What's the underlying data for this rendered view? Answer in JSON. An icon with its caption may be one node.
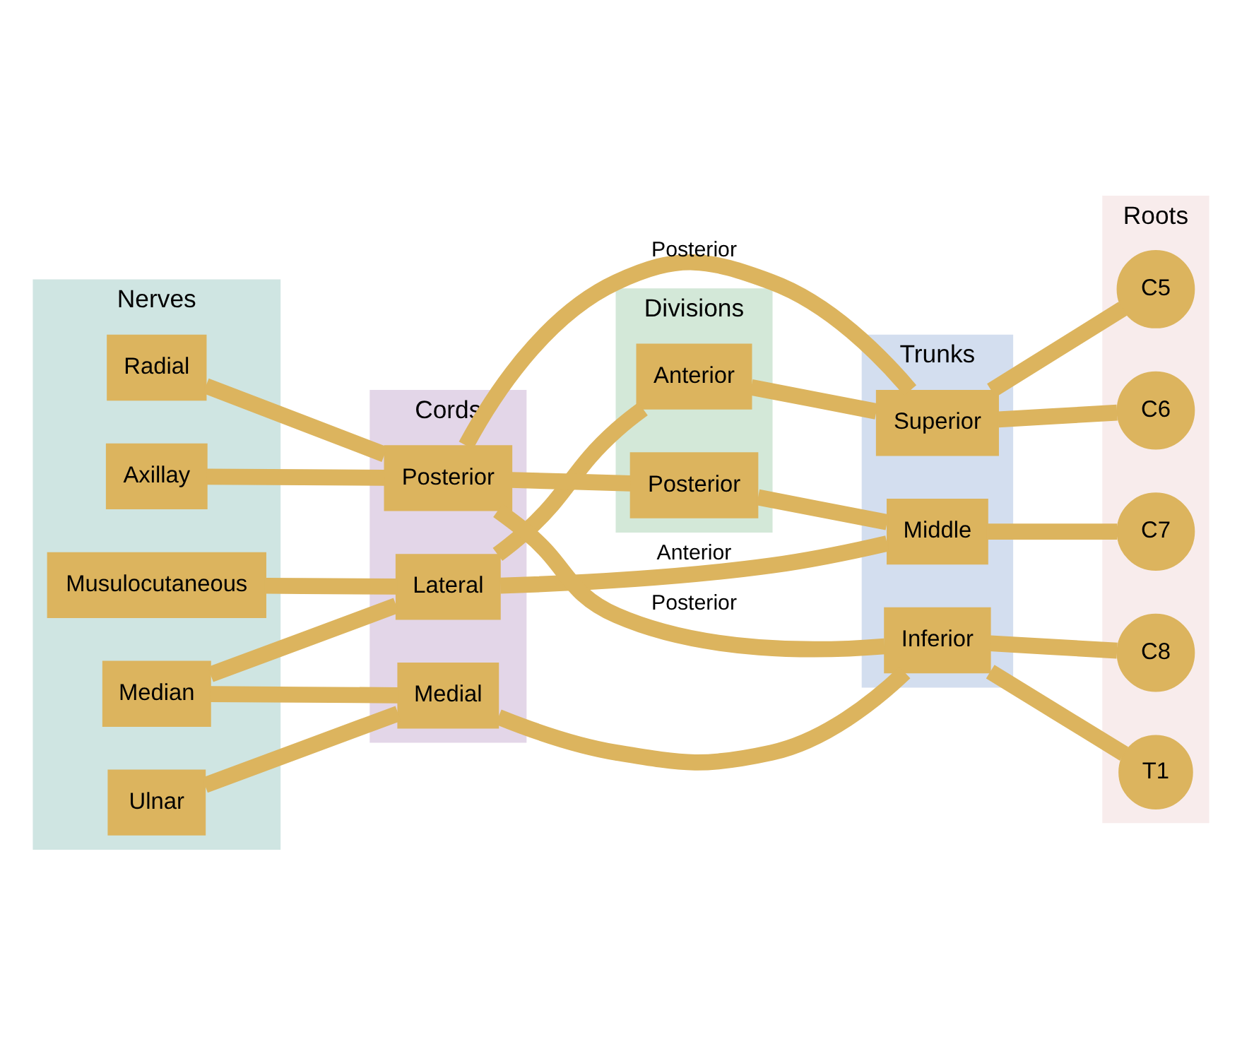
{
  "diagram": {
    "nodes": [
      {
        "text": [
          "Nerves"
        ]
      },
      {
        "text": [
          "Cords"
        ]
      },
      {
        "text": [
          "Divisions"
        ]
      },
      {
        "text": [
          "Trunks"
        ]
      },
      {
        "text": [
          "Roots"
        ]
      },
      {
        "text": [
          "Musulocutaneous"
        ],
        "in": 0
      },
      {
        "text": [
          "Median"
        ],
        "in": 0
      },
      {
        "text": [
          "Radial"
        ],
        "in": 0
      },
      {
        "text": [
          "Axillay"
        ],
        "in": 0
      },
      {
        "text": [
          "Ulnar"
        ],
        "in": 0
      },
      {
        "text": [
          "Lateral"
        ],
        "in": 1
      },
      {
        "text": [
          "Posterior"
        ],
        "in": 1
      },
      {
        "text": [
          "Medial"
        ],
        "in": 1
      },
      {
        "text": [
          "Anterior"
        ],
        "in": 2
      },
      {
        "text": [
          "Posterior"
        ],
        "in": 2
      },
      {
        "text": [
          "Superior"
        ],
        "in": 3
      },
      {
        "text": [
          "Middle"
        ],
        "in": 3
      },
      {
        "text": [
          "Inferior"
        ],
        "in": 3
      },
      {
        "text": [
          "C5"
        ],
        "in": 4
      },
      {
        "text": [
          "C6"
        ],
        "in": 4
      },
      {
        "text": [
          "C7"
        ],
        "in": 4
      },
      {
        "text": [
          "C8"
        ],
        "in": 4
      },
      {
        "text": [
          "T1"
        ],
        "in": 4
      }
    ],
    "edges": [
      {
        "from": 18,
        "to": 15,
        "arrow": "none"
      },
      {
        "from": 19,
        "to": 15,
        "arrow": "none"
      },
      {
        "from": 20,
        "to": 16,
        "arrow": "none"
      },
      {
        "from": 21,
        "to": 17,
        "arrow": "none"
      },
      {
        "from": 22,
        "to": 17,
        "arrow": "none"
      },
      {
        "from": 15,
        "to": 13,
        "arrow": "none"
      },
      {
        "from": 15,
        "to": 11,
        "label": "Posterior",
        "arrow": "none"
      },
      {
        "from": 16,
        "to": 10,
        "label": "Anterior",
        "arrow": "none"
      },
      {
        "from": 16,
        "to": 14,
        "arrow": "none"
      },
      {
        "from": 17,
        "to": 11,
        "label": "Posterior",
        "arrow": "none"
      },
      {
        "from": 17,
        "to": 12,
        "arrow": "none"
      },
      {
        "from": 13,
        "to": 10,
        "arrow": "none"
      },
      {
        "from": 14,
        "to": 11,
        "arrow": "none"
      },
      {
        "from": 10,
        "to": 5,
        "arrow": "none"
      },
      {
        "from": 10,
        "to": 6,
        "arrow": "none"
      },
      {
        "from": 12,
        "to": 6,
        "arrow": "none"
      },
      {
        "from": 11,
        "to": 7,
        "arrow": "none"
      },
      {
        "from": 11,
        "to": 8,
        "arrow": "none"
      },
      {
        "from": 12,
        "to": 9,
        "arrow": "none"
      }
    ]
  }
}
